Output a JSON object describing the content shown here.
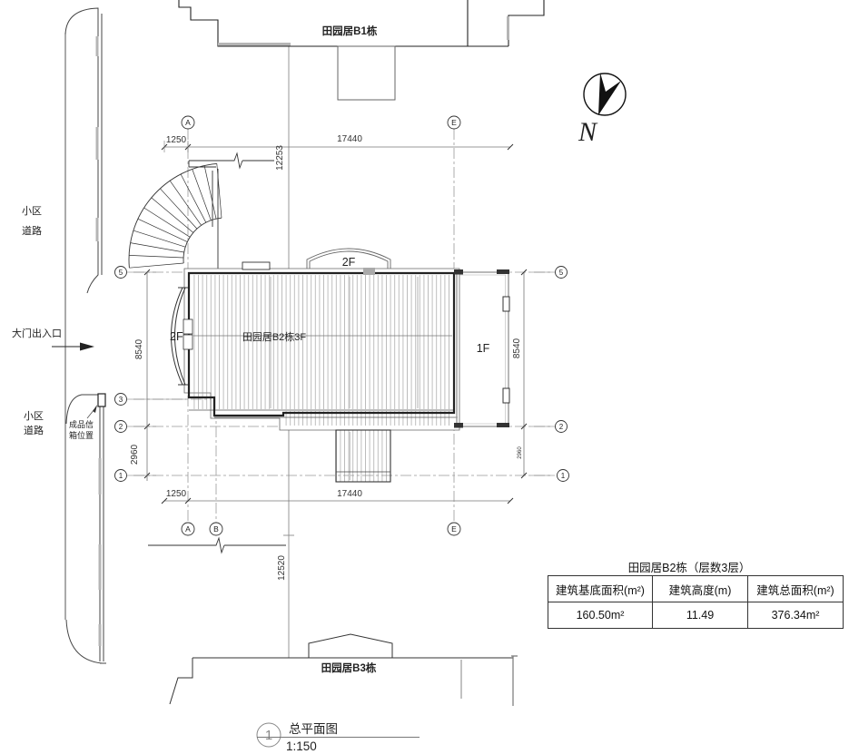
{
  "drawing": {
    "buildings": {
      "b1_label": "田园居B1栋",
      "b2_label": "田园居B2栋3F",
      "b3_label": "田园居B3栋"
    },
    "floor_tags": {
      "canopy": "2F",
      "bay": "2F",
      "terrace": "1F"
    },
    "annotations": {
      "gate": "大门出入口",
      "road_upper_line1": "小区",
      "road_upper_line2": "道路",
      "road_lower_line1": "小区",
      "road_lower_line2": "道路",
      "mailbox_line1": "成品信",
      "mailbox_line2": "箱位置"
    },
    "north_label": "N",
    "dims": {
      "top_1250": "1250",
      "top_17440": "17440",
      "bottom_1250": "1250",
      "bottom_17440": "17440",
      "v_12253": "12253",
      "v_12520": "12520",
      "left_8540": "8540",
      "left_2960": "2960",
      "right_8540": "8540",
      "right_2960": "2960"
    },
    "grid": {
      "a": "A",
      "b": "B",
      "e": "E",
      "g5": "5",
      "g3": "3",
      "g2": "2",
      "g1": "1"
    }
  },
  "table": {
    "title": "田园居B2栋（层数3层）",
    "headers": [
      "建筑基底面积(m²)",
      "建筑高度(m)",
      "建筑总面积(m²)"
    ],
    "values": [
      "160.50m²",
      "11.49",
      "376.34m²"
    ]
  },
  "titleblock": {
    "number": "1",
    "name": "总平面图",
    "scale": "1:150"
  },
  "colors": {
    "line_dark": "#222",
    "line_mid": "#555",
    "line_grey": "#999",
    "hatch": "#8a8a8a"
  }
}
